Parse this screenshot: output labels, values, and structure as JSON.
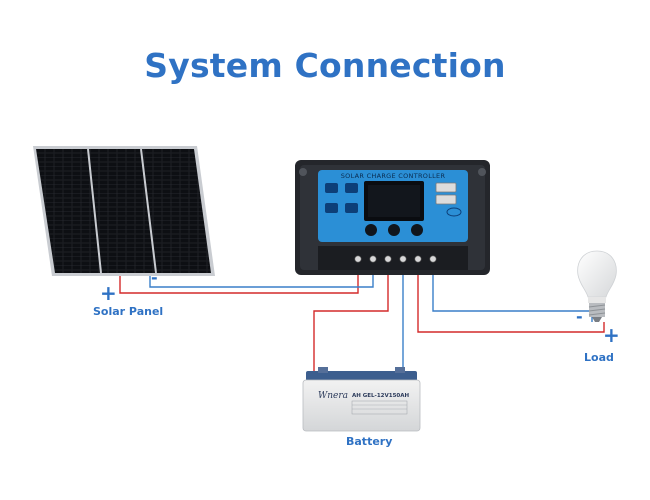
{
  "title": "System Connection",
  "labels": {
    "solar_panel": "Solar Panel",
    "battery": "Battery",
    "load": "Load"
  },
  "signs": {
    "panel_plus": "+",
    "panel_minus": "-",
    "load_minus": "-",
    "load_plus": "+"
  },
  "controller": {
    "header": "SOLAR CHARGE CONTROLLER"
  },
  "battery_device": {
    "brand": "Wnera",
    "model": "AH GEL-12V150AH"
  },
  "colors": {
    "title": "#2f72c4",
    "positive_wire": "#d42a2a",
    "negative_wire": "#3a7fc9",
    "controller_face": "#2b8fd6"
  }
}
